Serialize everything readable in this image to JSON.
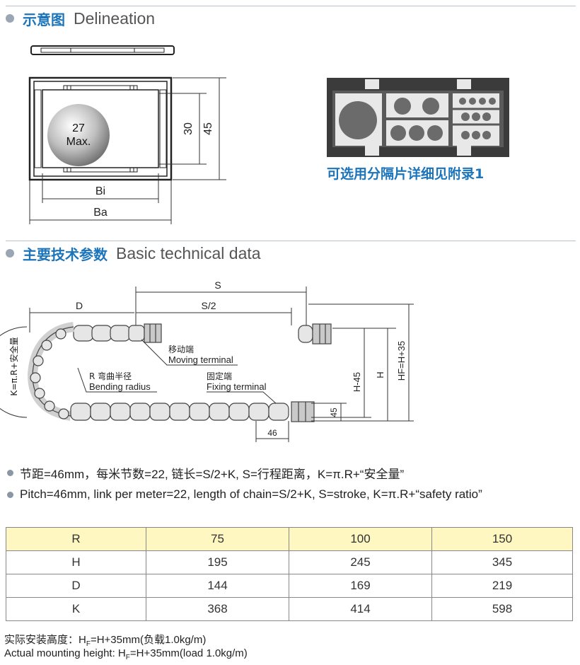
{
  "sections": {
    "delineation": {
      "zh": "示意图",
      "en": "Delineation"
    },
    "technical": {
      "zh": "主要技术参数",
      "en": "Basic technical data"
    }
  },
  "cross_section": {
    "ball_line1": "27",
    "ball_line2": "Max.",
    "inner_height": "30",
    "outer_height": "45",
    "inner_width": "Bi",
    "outer_width": "Ba"
  },
  "separator_caption": "可选用分隔片详细见附录1",
  "layout_diagram": {
    "s": "S",
    "s_half": "S/2",
    "d": "D",
    "k_formula": "K=π.R+安全量",
    "moving_zh": "移动端",
    "moving_en": "Moving terminal",
    "radius_zh": "R 弯曲半径",
    "radius_en": "Bending radius",
    "fixing_zh": "固定端",
    "fixing_en": "Fixing terminal",
    "h_minus": "H-45",
    "h": "H",
    "hf": "HF=H+35",
    "dim45": "45",
    "pitch": "46"
  },
  "bullets": {
    "zh": "节距=46mm，每米节数=22, 链长=S/2+K, S=行程距离，K=π.R+“安全量”",
    "en": "Pitch=46mm, link per meter=22, length of chain=S/2+K, S=stroke, K=π.R+“safety ratio”"
  },
  "table": {
    "rows": [
      {
        "label": "R",
        "values": [
          "75",
          "100",
          "150"
        ]
      },
      {
        "label": "H",
        "values": [
          "195",
          "245",
          "345"
        ]
      },
      {
        "label": "D",
        "values": [
          "144",
          "169",
          "219"
        ]
      },
      {
        "label": "K",
        "values": [
          "368",
          "414",
          "598"
        ]
      }
    ]
  },
  "notes": {
    "zh_prefix": "实际安装高度：H",
    "zh_sub": "F",
    "zh_suffix": "=H+35mm(负载1.0kg/m)",
    "en_prefix": "Actual mounting height: H",
    "en_sub": "F",
    "en_suffix": "=H+35mm(load 1.0kg/m)"
  },
  "colors": {
    "accent": "#1c74bb",
    "table_highlight": "#fff7c2",
    "dark": "#333333"
  }
}
